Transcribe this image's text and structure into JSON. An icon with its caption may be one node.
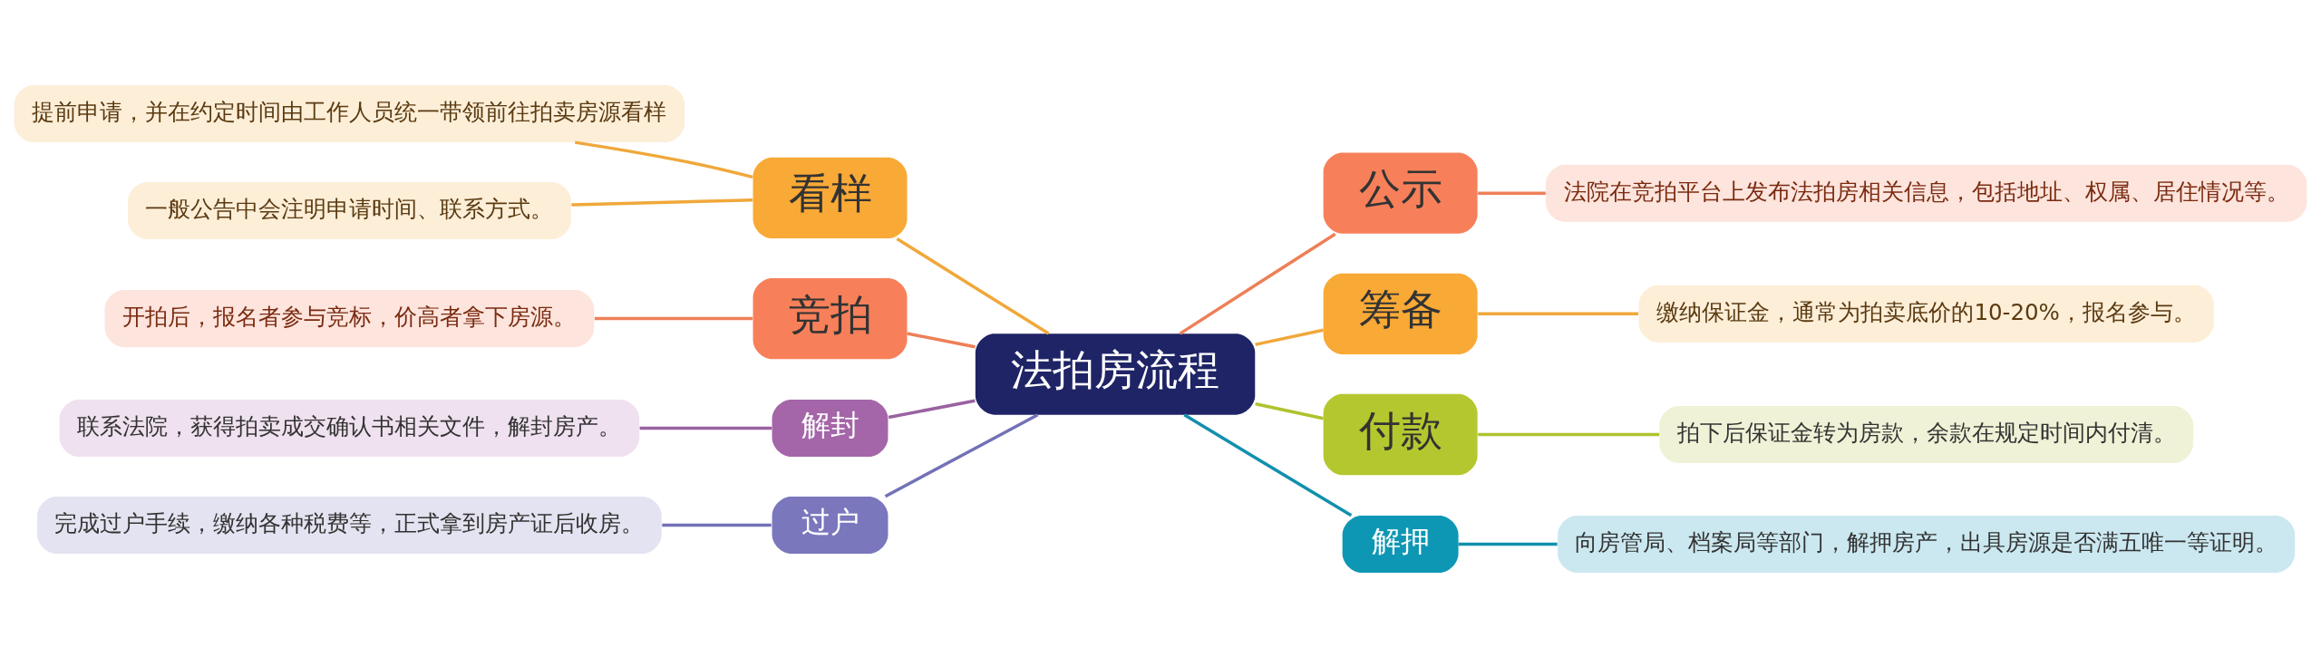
{
  "diagram": {
    "nodes": [
      {
        "text": [
          "法拍房流程"
        ]
      },
      {
        "text": [
          "看样"
        ]
      },
      {
        "text": [
          "提前申请，并在约定时间由工作人员统一带领前往拍卖房源看样"
        ]
      },
      {
        "text": [
          "一般公告中会注明申请时间、联系方式。"
        ]
      },
      {
        "text": [
          "竞拍"
        ]
      },
      {
        "text": [
          "开拍后，报名者参与竞标，价高者拿下房源。"
        ]
      },
      {
        "text": [
          "解封"
        ]
      },
      {
        "text": [
          "联系法院，获得拍卖成交确认书相关文件，解封房产。"
        ]
      },
      {
        "text": [
          "过户"
        ]
      },
      {
        "text": [
          "完成过户手续，缴纳各种税费等，正式拿到房产证后收房。"
        ]
      },
      {
        "text": [
          "公示"
        ]
      },
      {
        "text": [
          "法院在竞拍平台上发布法拍房相关信息，包括地址、权属、居住情况等。"
        ]
      },
      {
        "text": [
          "筹备"
        ]
      },
      {
        "text": [
          "缴纳保证金，通常为拍卖底价的10-20%，报名参与。"
        ]
      },
      {
        "text": [
          "付款"
        ]
      },
      {
        "text": [
          "拍下后保证金转为房款，余款在规定时间内付清。"
        ]
      },
      {
        "text": [
          "解押"
        ]
      },
      {
        "text": [
          "向房管局、档案局等部门，解押房产，出具房源是否满五唯一等证明。"
        ]
      }
    ],
    "edges": [
      {
        "from": 1,
        "to": 0,
        "arrow": "none",
        "color": "#f0a83a"
      },
      {
        "from": 2,
        "to": 1,
        "arrow": "none",
        "color": "#f0a83a"
      },
      {
        "from": 3,
        "to": 1,
        "arrow": "none",
        "color": "#f0a83a"
      },
      {
        "from": 4,
        "to": 0,
        "arrow": "none",
        "color": "#ee7f58"
      },
      {
        "from": 5,
        "to": 4,
        "arrow": "none",
        "color": "#ee7f58"
      },
      {
        "from": 6,
        "to": 0,
        "arrow": "none",
        "color": "#9a62a0"
      },
      {
        "from": 7,
        "to": 6,
        "arrow": "none",
        "color": "#9a62a0"
      },
      {
        "from": 8,
        "to": 0,
        "arrow": "none",
        "color": "#7371b6"
      },
      {
        "from": 9,
        "to": 8,
        "arrow": "none",
        "color": "#7371b6"
      },
      {
        "from": 0,
        "to": 10,
        "arrow": "none",
        "color": "#ee7f58"
      },
      {
        "from": 10,
        "to": 11,
        "arrow": "none",
        "color": "#ee7f58"
      },
      {
        "from": 0,
        "to": 12,
        "arrow": "none",
        "color": "#f0a83a"
      },
      {
        "from": 12,
        "to": 13,
        "arrow": "none",
        "color": "#f0a83a"
      },
      {
        "from": 0,
        "to": 14,
        "arrow": "none",
        "color": "#afc22e"
      },
      {
        "from": 14,
        "to": 15,
        "arrow": "none",
        "color": "#afc22e"
      },
      {
        "from": 0,
        "to": 16,
        "arrow": "none",
        "color": "#1190ad"
      },
      {
        "from": 16,
        "to": 17,
        "arrow": "none",
        "color": "#1190ad"
      }
    ]
  }
}
